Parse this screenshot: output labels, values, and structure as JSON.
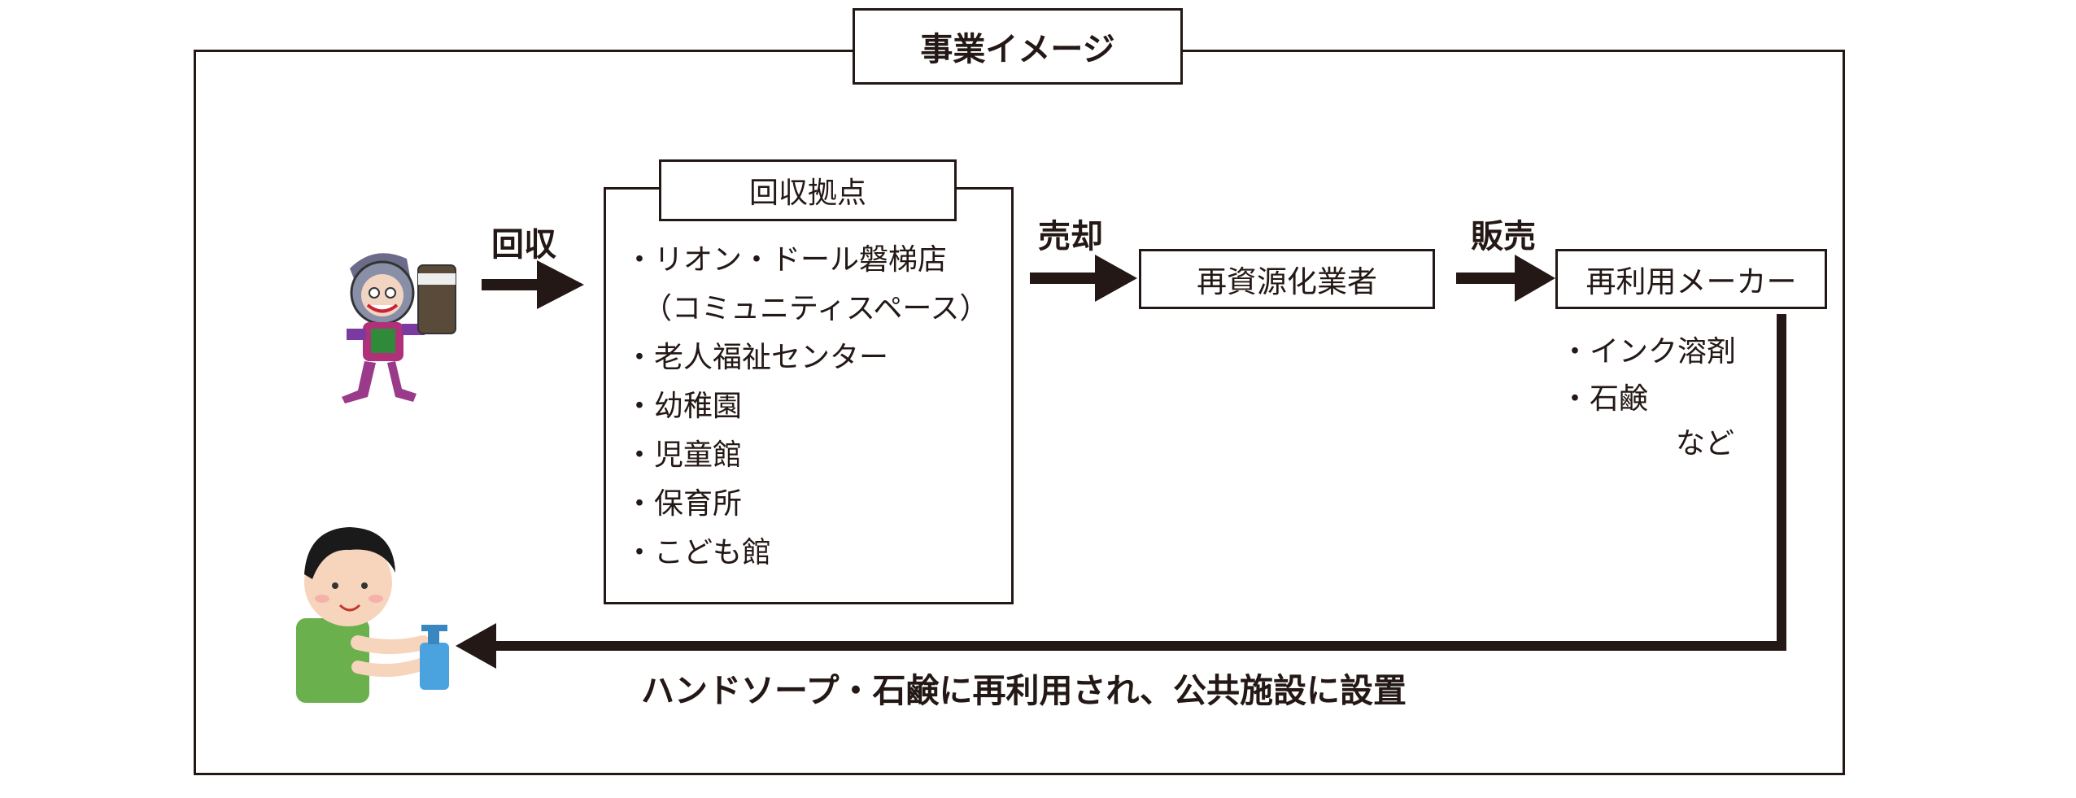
{
  "title": "事業イメージ",
  "hub": {
    "label": "回収拠点",
    "items": [
      "・リオン・ドール磐梯店",
      "（コミュニティスペース）",
      "・老人福祉センター",
      "・幼稚園",
      "・児童館",
      "・保育所",
      "・こども館"
    ]
  },
  "flow": {
    "collect_label": "回収",
    "sell_label": "売却",
    "sales_label": "販売",
    "recycler_label": "再資源化業者",
    "maker_label": "再利用メーカー"
  },
  "products": {
    "items": [
      "・インク溶剤",
      "・石鹸"
    ],
    "etc": "など"
  },
  "bottom_caption": "ハンドソープ・石鹸に再利用され、公共施設に設置",
  "colors": {
    "line": "#231815",
    "shirt": "#6ab04c",
    "bottle": "#4aa3df",
    "hair": "#1a1a1a"
  }
}
